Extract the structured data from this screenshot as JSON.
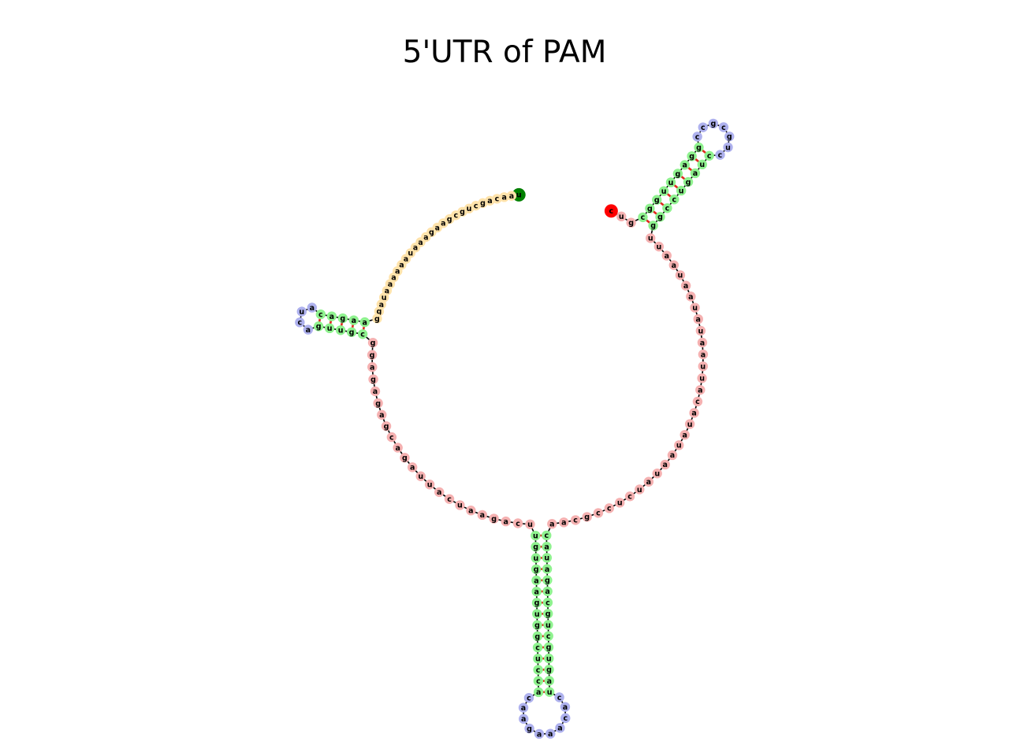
{
  "title": "5'UTR of PAM",
  "colors": {
    "unpaired_5prime": "#ffe3ab",
    "loop": "#aeb1ee",
    "stem": "#8ff28f",
    "unpaired_3prime": "#f5b1b1",
    "start": "#007f00",
    "end": "#ff0000",
    "backbone": "#000000",
    "base_pair": "#e0291e"
  },
  "diagram": {
    "type": "rna-secondary-structure",
    "five_prime_tail": "uaacagcugcgaagaaauaaaaaauagg",
    "hairpin_1": {
      "stem_5": "aagac",
      "loop": "auca",
      "stem_3": "guugc"
    },
    "interior_1": "ggagagagcagauuacuaagacu",
    "hairpin_2": {
      "stem_5": "ugugaaguggcucca",
      "loop": "caagaaacac",
      "stem_3": "uagugcugcagauac"
    },
    "interior_2": "aacgccucuauaauauacauuaauauaauaauu",
    "hairpin_3": {
      "stem_5": "ggccugauc",
      "loop": "cugcgcc",
      "stem_3": "ggaguuggc"
    },
    "three_prime_tail": "guc"
  }
}
